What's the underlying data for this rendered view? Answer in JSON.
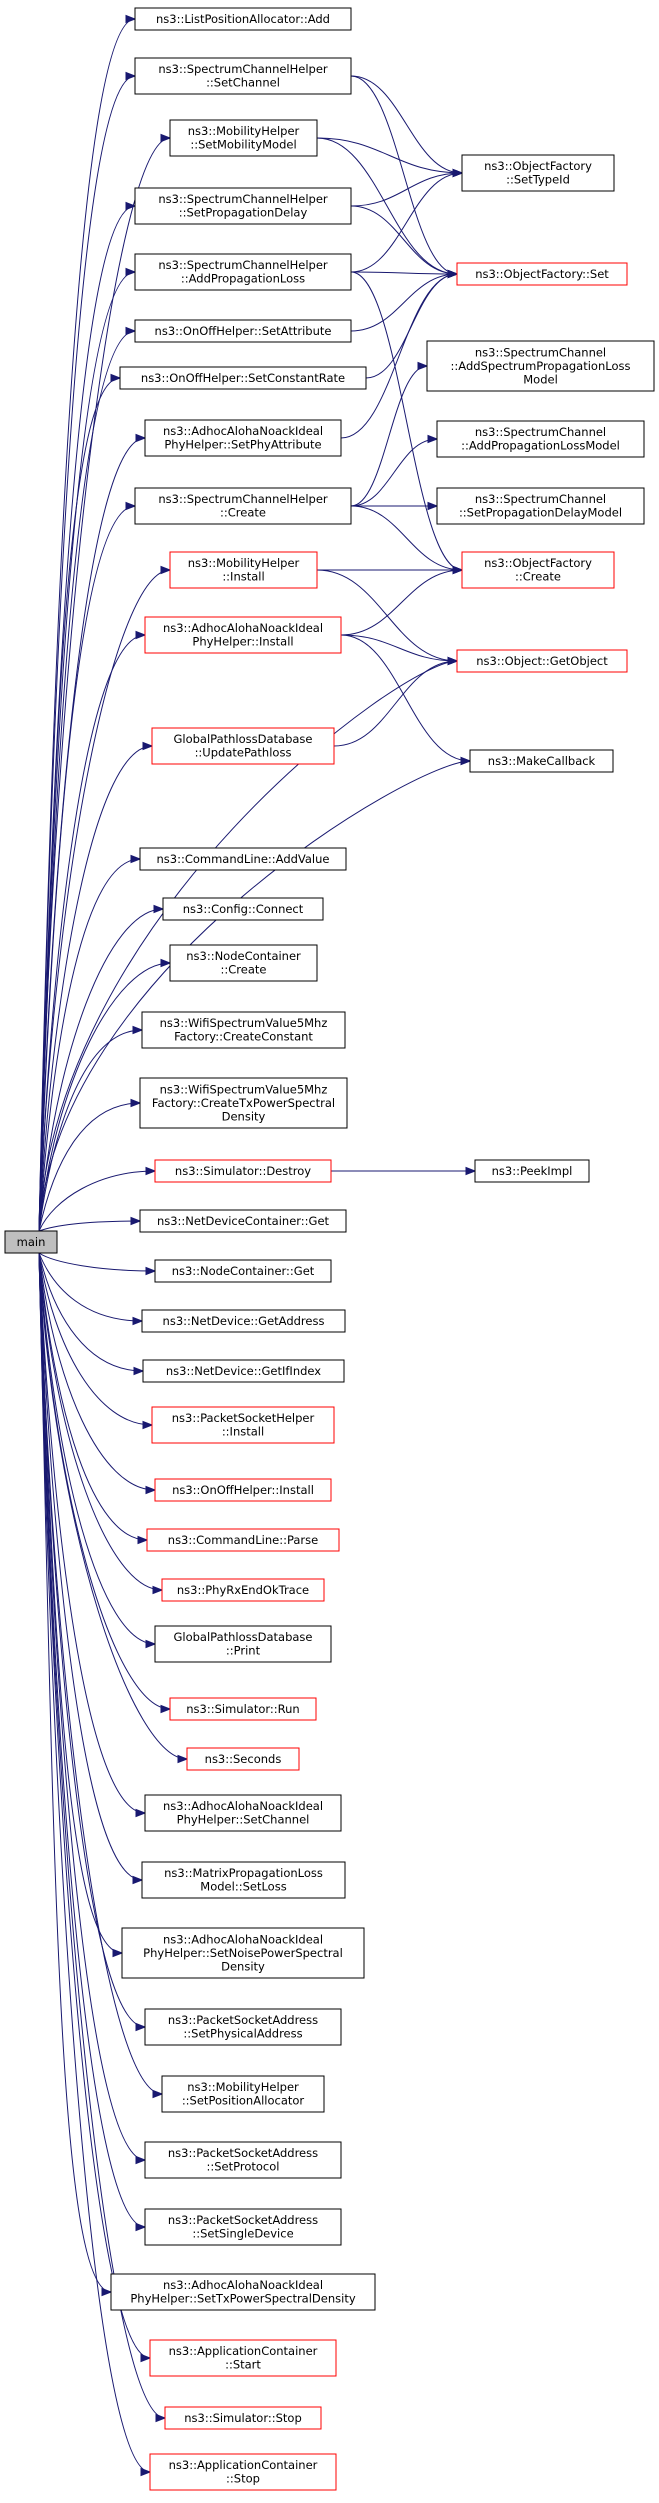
{
  "colors": {
    "edge": "#191970",
    "node_border": "#000000",
    "node_border_truncated": "#ff0000",
    "root_fill": "#bfbfbf",
    "node_fill": "#ffffff"
  },
  "root": {
    "id": "main",
    "label": "main"
  },
  "nodes": [
    {
      "id": "lpa_add",
      "lines": [
        "ns3::ListPositionAllocator::Add"
      ],
      "truncated": false
    },
    {
      "id": "sch_setchannel",
      "lines": [
        "ns3::SpectrumChannelHelper",
        "::SetChannel"
      ],
      "truncated": false
    },
    {
      "id": "mh_setmobility",
      "lines": [
        "ns3::MobilityHelper",
        "::SetMobilityModel"
      ],
      "truncated": false
    },
    {
      "id": "sch_setdelay",
      "lines": [
        "ns3::SpectrumChannelHelper",
        "::SetPropagationDelay"
      ],
      "truncated": false
    },
    {
      "id": "sch_addloss",
      "lines": [
        "ns3::SpectrumChannelHelper",
        "::AddPropagationLoss"
      ],
      "truncated": false
    },
    {
      "id": "onoff_setattr",
      "lines": [
        "ns3::OnOffHelper::SetAttribute"
      ],
      "truncated": false
    },
    {
      "id": "onoff_setconst",
      "lines": [
        "ns3::OnOffHelper::SetConstantRate"
      ],
      "truncated": false
    },
    {
      "id": "aloha_setphyattr",
      "lines": [
        "ns3::AdhocAlohaNoackIdeal",
        "PhyHelper::SetPhyAttribute"
      ],
      "truncated": false
    },
    {
      "id": "sch_create",
      "lines": [
        "ns3::SpectrumChannelHelper",
        "::Create"
      ],
      "truncated": false
    },
    {
      "id": "mh_install",
      "lines": [
        "ns3::MobilityHelper",
        "::Install"
      ],
      "truncated": true
    },
    {
      "id": "aloha_install",
      "lines": [
        "ns3::AdhocAlohaNoackIdeal",
        "PhyHelper::Install"
      ],
      "truncated": true
    },
    {
      "id": "gpd_update",
      "lines": [
        "GlobalPathlossDatabase",
        "::UpdatePathloss"
      ],
      "truncated": true
    },
    {
      "id": "of_settypeid",
      "lines": [
        "ns3::ObjectFactory",
        "::SetTypeId"
      ],
      "truncated": false
    },
    {
      "id": "of_set",
      "lines": [
        "ns3::ObjectFactory::Set"
      ],
      "truncated": true
    },
    {
      "id": "sc_addloss",
      "lines": [
        "ns3::SpectrumChannel",
        "::AddSpectrumPropagationLoss",
        "Model"
      ],
      "truncated": false
    },
    {
      "id": "sc_addpl",
      "lines": [
        "ns3::SpectrumChannel",
        "::AddPropagationLossModel"
      ],
      "truncated": false
    },
    {
      "id": "sc_setdelay",
      "lines": [
        "ns3::SpectrumChannel",
        "::SetPropagationDelayModel"
      ],
      "truncated": false
    },
    {
      "id": "of_create",
      "lines": [
        "ns3::ObjectFactory",
        "::Create"
      ],
      "truncated": true
    },
    {
      "id": "obj_getobject",
      "lines": [
        "ns3::Object::GetObject"
      ],
      "truncated": true
    },
    {
      "id": "makecallback",
      "lines": [
        "ns3::MakeCallback"
      ],
      "truncated": false
    },
    {
      "id": "cl_addvalue",
      "lines": [
        "ns3::CommandLine::AddValue"
      ],
      "truncated": false
    },
    {
      "id": "config_connect",
      "lines": [
        "ns3::Config::Connect"
      ],
      "truncated": false
    },
    {
      "id": "nc_create",
      "lines": [
        "ns3::NodeContainer",
        "::Create"
      ],
      "truncated": false
    },
    {
      "id": "wsv_createconst",
      "lines": [
        "ns3::WifiSpectrumValue5Mhz",
        "Factory::CreateConstant"
      ],
      "truncated": false
    },
    {
      "id": "wsv_createtx",
      "lines": [
        "ns3::WifiSpectrumValue5Mhz",
        "Factory::CreateTxPowerSpectral",
        "Density"
      ],
      "truncated": false
    },
    {
      "id": "sim_destroy",
      "lines": [
        "ns3::Simulator::Destroy"
      ],
      "truncated": true
    },
    {
      "id": "peekimpl",
      "lines": [
        "ns3::PeekImpl"
      ],
      "truncated": false
    },
    {
      "id": "ndc_get",
      "lines": [
        "ns3::NetDeviceContainer::Get"
      ],
      "truncated": false
    },
    {
      "id": "nodec_get",
      "lines": [
        "ns3::NodeContainer::Get"
      ],
      "truncated": false
    },
    {
      "id": "nd_getaddress",
      "lines": [
        "ns3::NetDevice::GetAddress"
      ],
      "truncated": false
    },
    {
      "id": "nd_getifindex",
      "lines": [
        "ns3::NetDevice::GetIfIndex"
      ],
      "truncated": false
    },
    {
      "id": "psh_install",
      "lines": [
        "ns3::PacketSocketHelper",
        "::Install"
      ],
      "truncated": true
    },
    {
      "id": "onoff_install",
      "lines": [
        "ns3::OnOffHelper::Install"
      ],
      "truncated": true
    },
    {
      "id": "cl_parse",
      "lines": [
        "ns3::CommandLine::Parse"
      ],
      "truncated": true
    },
    {
      "id": "phyrxendok",
      "lines": [
        "ns3::PhyRxEndOkTrace"
      ],
      "truncated": true
    },
    {
      "id": "gpd_print",
      "lines": [
        "GlobalPathlossDatabase",
        "::Print"
      ],
      "truncated": false
    },
    {
      "id": "sim_run",
      "lines": [
        "ns3::Simulator::Run"
      ],
      "truncated": true
    },
    {
      "id": "seconds",
      "lines": [
        "ns3::Seconds"
      ],
      "truncated": true
    },
    {
      "id": "aloha_setchannel",
      "lines": [
        "ns3::AdhocAlohaNoackIdeal",
        "PhyHelper::SetChannel"
      ],
      "truncated": false
    },
    {
      "id": "mpl_setloss",
      "lines": [
        "ns3::MatrixPropagationLoss",
        "Model::SetLoss"
      ],
      "truncated": false
    },
    {
      "id": "aloha_setnoise",
      "lines": [
        "ns3::AdhocAlohaNoackIdeal",
        "PhyHelper::SetNoisePowerSpectral",
        "Density"
      ],
      "truncated": false
    },
    {
      "id": "psa_setphys",
      "lines": [
        "ns3::PacketSocketAddress",
        "::SetPhysicalAddress"
      ],
      "truncated": false
    },
    {
      "id": "mh_setposalloc",
      "lines": [
        "ns3::MobilityHelper",
        "::SetPositionAllocator"
      ],
      "truncated": false
    },
    {
      "id": "psa_setproto",
      "lines": [
        "ns3::PacketSocketAddress",
        "::SetProtocol"
      ],
      "truncated": false
    },
    {
      "id": "psa_setsingle",
      "lines": [
        "ns3::PacketSocketAddress",
        "::SetSingleDevice"
      ],
      "truncated": false
    },
    {
      "id": "aloha_settxpsd",
      "lines": [
        "ns3::AdhocAlohaNoackIdeal",
        "PhyHelper::SetTxPowerSpectralDensity"
      ],
      "truncated": false
    },
    {
      "id": "ac_start",
      "lines": [
        "ns3::ApplicationContainer",
        "::Start"
      ],
      "truncated": true
    },
    {
      "id": "sim_stop",
      "lines": [
        "ns3::Simulator::Stop"
      ],
      "truncated": true
    },
    {
      "id": "ac_stop",
      "lines": [
        "ns3::ApplicationContainer",
        "::Stop"
      ],
      "truncated": true
    }
  ],
  "edges": [
    [
      "main",
      "lpa_add"
    ],
    [
      "main",
      "sch_setchannel"
    ],
    [
      "main",
      "mh_setmobility"
    ],
    [
      "main",
      "sch_setdelay"
    ],
    [
      "main",
      "sch_addloss"
    ],
    [
      "main",
      "onoff_setattr"
    ],
    [
      "main",
      "onoff_setconst"
    ],
    [
      "main",
      "aloha_setphyattr"
    ],
    [
      "main",
      "sch_create"
    ],
    [
      "main",
      "mh_install"
    ],
    [
      "main",
      "aloha_install"
    ],
    [
      "main",
      "obj_getobject"
    ],
    [
      "main",
      "gpd_update"
    ],
    [
      "main",
      "makecallback"
    ],
    [
      "main",
      "cl_addvalue"
    ],
    [
      "main",
      "config_connect"
    ],
    [
      "main",
      "nc_create"
    ],
    [
      "main",
      "wsv_createconst"
    ],
    [
      "main",
      "wsv_createtx"
    ],
    [
      "main",
      "sim_destroy"
    ],
    [
      "main",
      "ndc_get"
    ],
    [
      "main",
      "nodec_get"
    ],
    [
      "main",
      "nd_getaddress"
    ],
    [
      "main",
      "nd_getifindex"
    ],
    [
      "main",
      "psh_install"
    ],
    [
      "main",
      "onoff_install"
    ],
    [
      "main",
      "cl_parse"
    ],
    [
      "main",
      "phyrxendok"
    ],
    [
      "main",
      "gpd_print"
    ],
    [
      "main",
      "sim_run"
    ],
    [
      "main",
      "seconds"
    ],
    [
      "main",
      "aloha_setchannel"
    ],
    [
      "main",
      "mpl_setloss"
    ],
    [
      "main",
      "aloha_setnoise"
    ],
    [
      "main",
      "psa_setphys"
    ],
    [
      "main",
      "mh_setposalloc"
    ],
    [
      "main",
      "psa_setproto"
    ],
    [
      "main",
      "psa_setsingle"
    ],
    [
      "main",
      "aloha_settxpsd"
    ],
    [
      "main",
      "ac_start"
    ],
    [
      "main",
      "sim_stop"
    ],
    [
      "main",
      "ac_stop"
    ],
    [
      "sch_setchannel",
      "of_settypeid"
    ],
    [
      "sch_setchannel",
      "of_set"
    ],
    [
      "mh_setmobility",
      "of_settypeid"
    ],
    [
      "mh_setmobility",
      "of_set"
    ],
    [
      "sch_setdelay",
      "of_settypeid"
    ],
    [
      "sch_setdelay",
      "of_set"
    ],
    [
      "sch_addloss",
      "of_settypeid"
    ],
    [
      "sch_addloss",
      "of_set"
    ],
    [
      "sch_addloss",
      "of_create"
    ],
    [
      "onoff_setattr",
      "of_set"
    ],
    [
      "onoff_setconst",
      "of_set"
    ],
    [
      "aloha_setphyattr",
      "of_set"
    ],
    [
      "sch_create",
      "sc_addloss"
    ],
    [
      "sch_create",
      "sc_addpl"
    ],
    [
      "sch_create",
      "sc_setdelay"
    ],
    [
      "sch_create",
      "of_create"
    ],
    [
      "mh_install",
      "of_create"
    ],
    [
      "mh_install",
      "obj_getobject"
    ],
    [
      "aloha_install",
      "of_create"
    ],
    [
      "aloha_install",
      "obj_getobject"
    ],
    [
      "aloha_install",
      "makecallback"
    ],
    [
      "gpd_update",
      "obj_getobject"
    ],
    [
      "sim_destroy",
      "peekimpl"
    ]
  ]
}
